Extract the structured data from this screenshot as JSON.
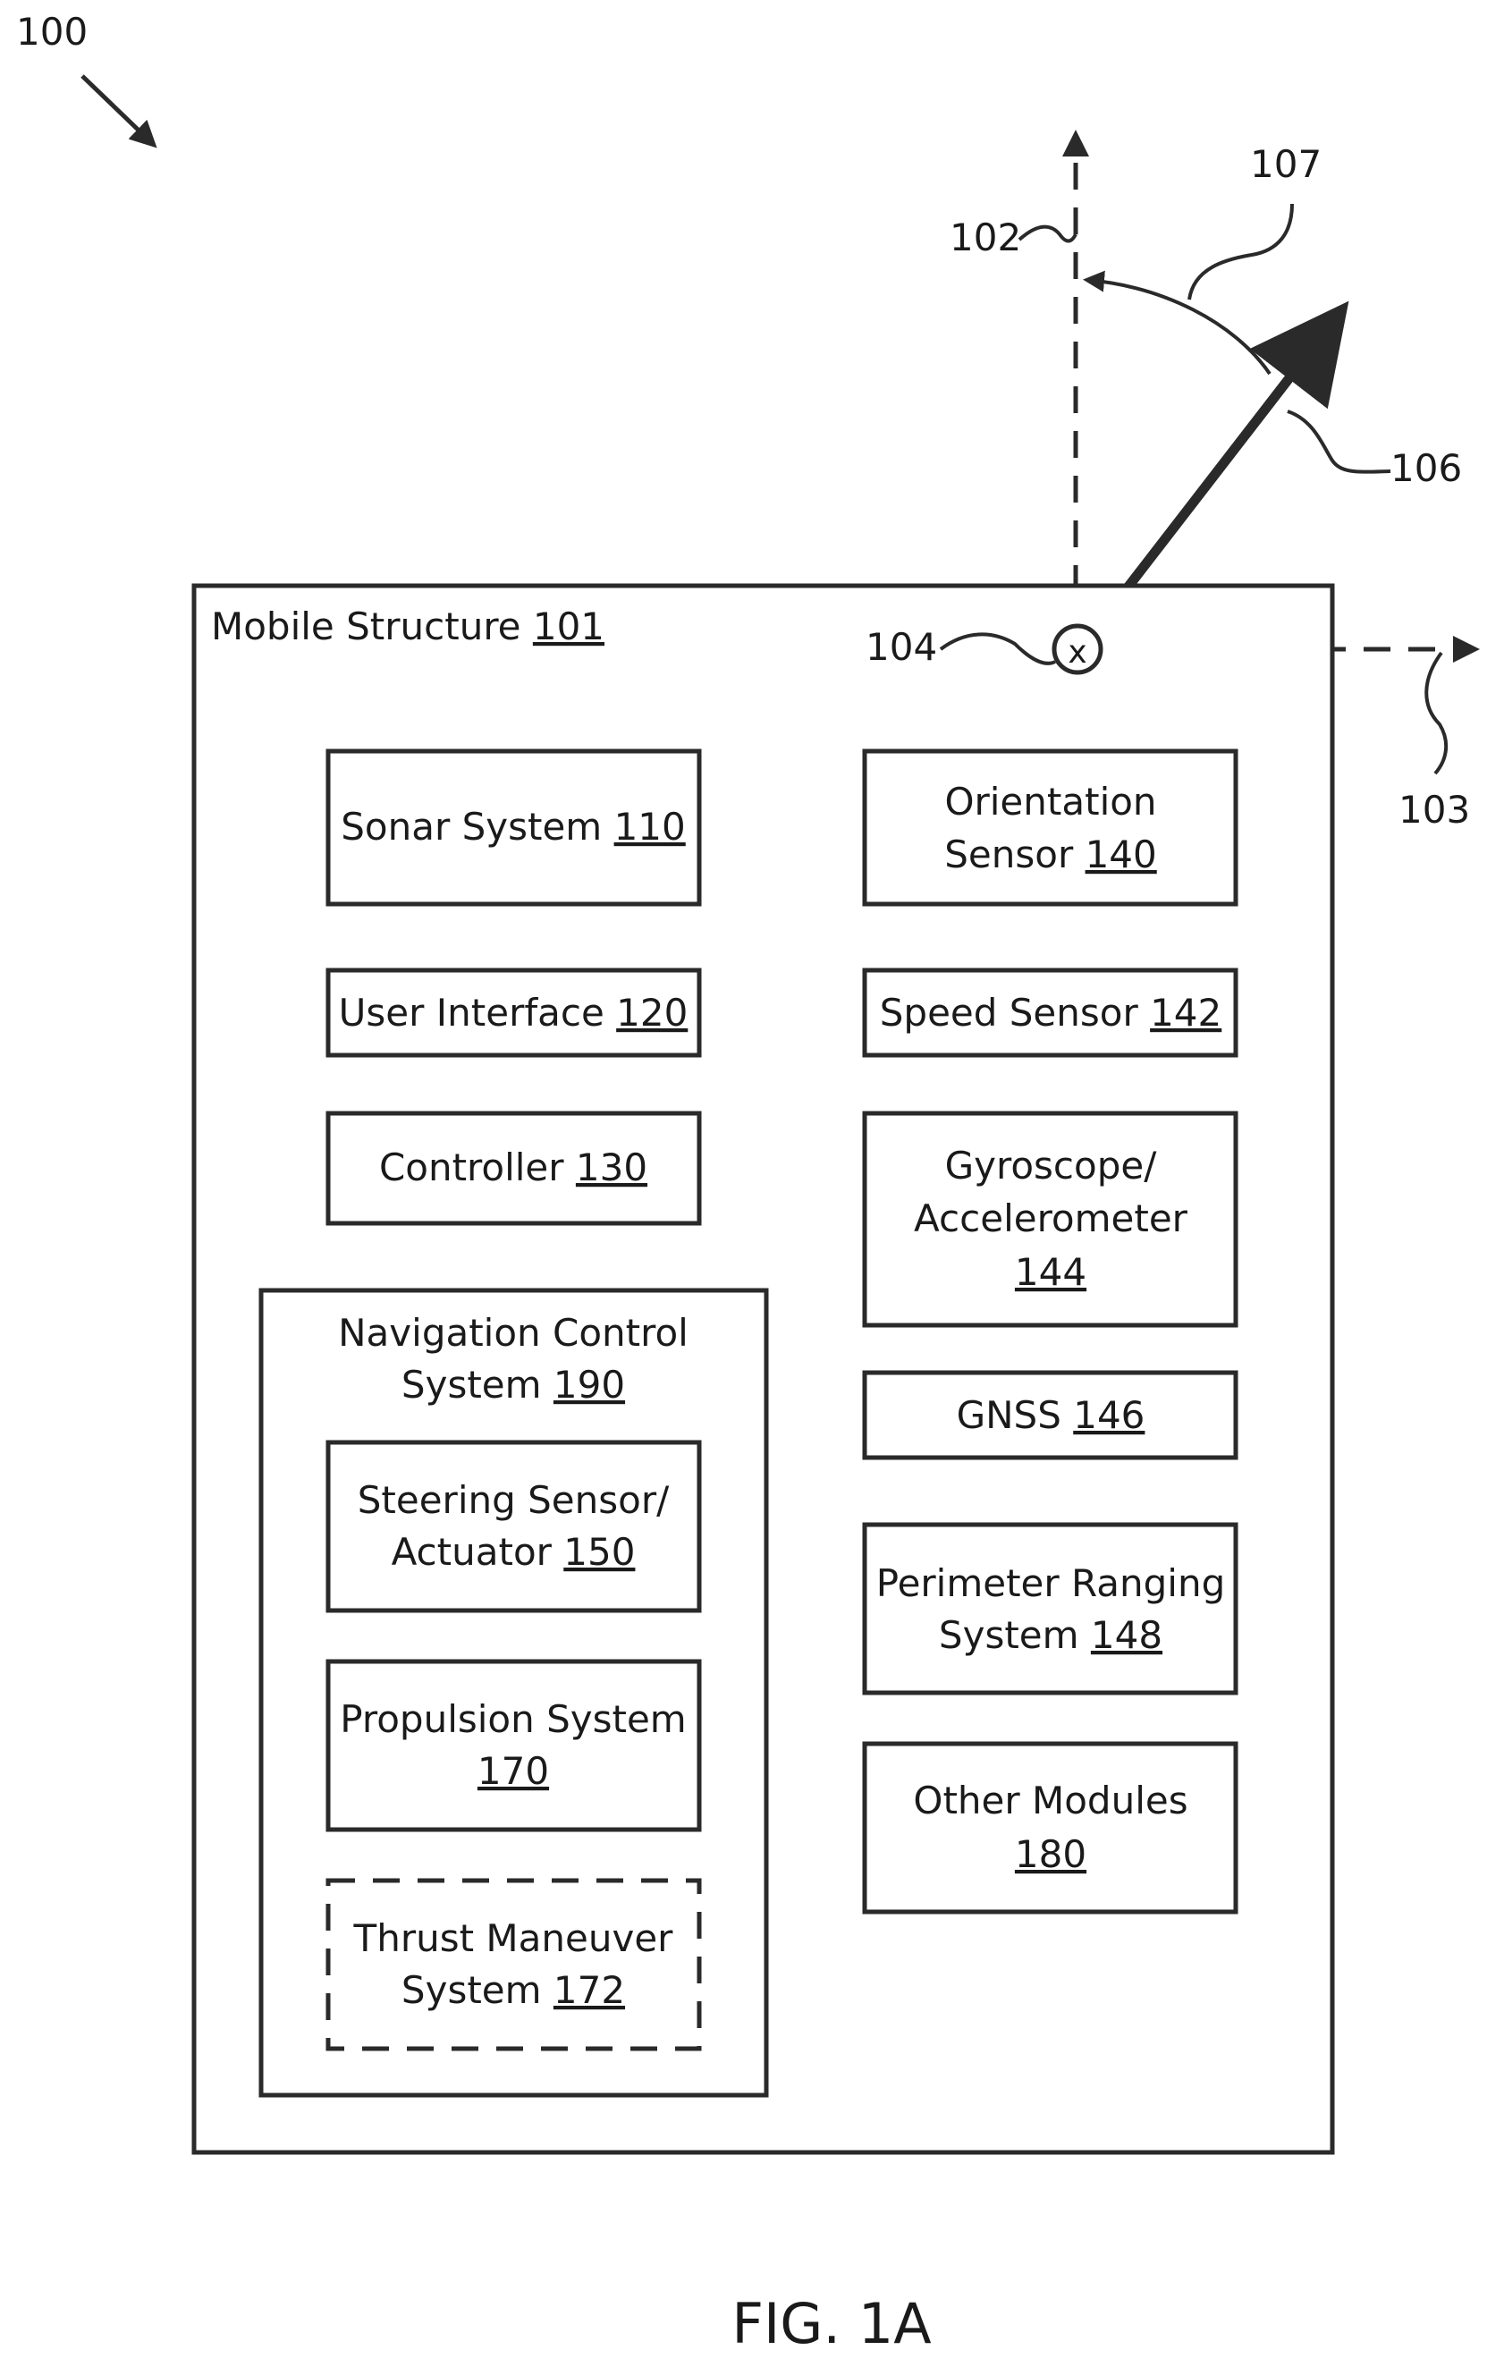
{
  "refs": {
    "system": "100",
    "axis_102": "102",
    "axis_103": "103",
    "origin_104": "104",
    "heading_106": "106",
    "angle_107": "107",
    "origin_marker": "x"
  },
  "mobile_structure": {
    "label": "Mobile Structure ",
    "num": "101"
  },
  "modules": {
    "sonar": {
      "line1": "Sonar System ",
      "num": "110"
    },
    "user_interface": {
      "line1": "User Interface ",
      "num": "120"
    },
    "controller": {
      "line1": "Controller ",
      "num": "130"
    },
    "orientation": {
      "line1": "Orientation",
      "line2": "Sensor ",
      "num": "140"
    },
    "speed": {
      "line1": "Speed Sensor ",
      "num": "142"
    },
    "gyro": {
      "line1": "Gyroscope/",
      "line2": "Accelerometer",
      "num": "144"
    },
    "gnss": {
      "line1": "GNSS ",
      "num": "146"
    },
    "perimeter": {
      "line1": "Perimeter Ranging",
      "line2": "System ",
      "num": "148"
    },
    "other": {
      "line1": "Other Modules",
      "num": "180"
    },
    "nav": {
      "line1": "Navigation Control",
      "line2": "System ",
      "num": "190"
    },
    "steering": {
      "line1": "Steering Sensor/",
      "line2": "Actuator ",
      "num": "150"
    },
    "propulsion": {
      "line1": "Propulsion System",
      "num": "170"
    },
    "thrust": {
      "line1": "Thrust Maneuver",
      "line2": "System ",
      "num": "172"
    }
  },
  "figure_caption": "FIG. 1A"
}
